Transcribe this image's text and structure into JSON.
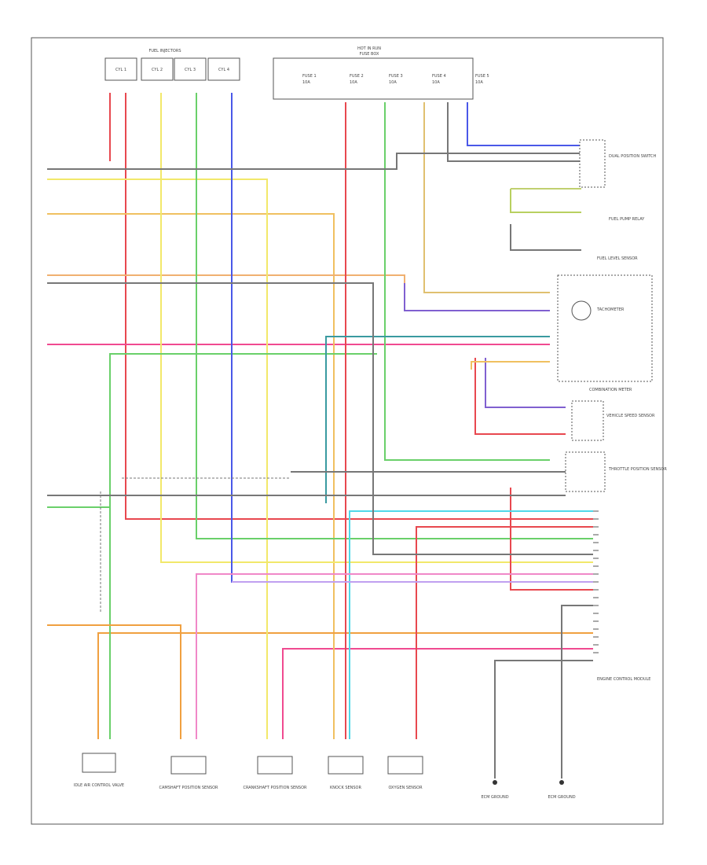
{
  "title_block": {
    "fuse_block_title": "FUEL INJECTORS",
    "hot_at_all_times_title": "HOT IN RUN",
    "fuse_box_sub": "FUSE BOX"
  },
  "injectors": [
    {
      "label": "CYL 1"
    },
    {
      "label": "CYL 2"
    },
    {
      "label": "CYL 3"
    },
    {
      "label": "CYL 4"
    }
  ],
  "fuses": [
    {
      "label": "FUSE 1",
      "amps": "10A"
    },
    {
      "label": "FUSE 2",
      "amps": "10A"
    },
    {
      "label": "FUSE 3",
      "amps": "10A"
    },
    {
      "label": "FUSE 4",
      "amps": "10A"
    },
    {
      "label": "FUSE 5",
      "amps": "10A"
    }
  ],
  "right_components": [
    {
      "label": "DUAL POSITION SWITCH"
    },
    {
      "label": "FUEL PUMP RELAY"
    },
    {
      "label": "FUEL LEVEL SENSOR"
    },
    {
      "label": "TACHOMETER"
    },
    {
      "label": "COMBINATION METER"
    },
    {
      "label": "VEHICLE SPEED SENSOR"
    },
    {
      "label": "THROTTLE POSITION SENSOR"
    },
    {
      "label": "ENGINE CONTROL MODULE"
    }
  ],
  "bottom_components": [
    {
      "label": "IDLE AIR CONTROL VALVE"
    },
    {
      "label": "CAMSHAFT POSITION SENSOR"
    },
    {
      "label": "CRANKSHAFT POSITION SENSOR"
    },
    {
      "label": "KNOCK SENSOR"
    },
    {
      "label": "OXYGEN SENSOR"
    },
    {
      "label": "ECM GROUND"
    },
    {
      "label": "ECM GROUND"
    }
  ],
  "footer_code": "",
  "colors": {
    "red": "#e8484f",
    "orange": "#f0a040",
    "yellow": "#f2e86a",
    "green": "#6ad06a",
    "blue": "#4a58e8",
    "violet": "#8060d0",
    "pink": "#f04a90",
    "cyan": "#50d8e8",
    "tan": "#e0c070",
    "gray": "#666666",
    "olive": "#b8a030",
    "teal": "#3a9aa0"
  }
}
